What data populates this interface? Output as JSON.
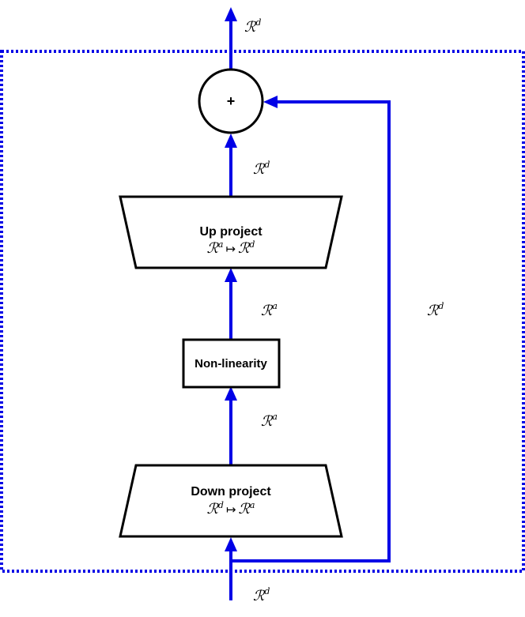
{
  "colors": {
    "arrow": "#0000e6",
    "shape_stroke": "#000000",
    "boundary": "#0000e6"
  },
  "nodes": {
    "sum": {
      "symbol": "+"
    },
    "up_project": {
      "title": "Up project",
      "map": {
        "from": "a",
        "to": "d"
      }
    },
    "nonlinearity": {
      "title": "Non-linearity"
    },
    "down_project": {
      "title": "Down project",
      "map": {
        "from": "d",
        "to": "a"
      }
    }
  },
  "math": {
    "space_symbol": "ℛ",
    "maps_to": "↦"
  },
  "edge_labels": {
    "output": "d",
    "up_to_sum": "d",
    "nonlin_to_up": "a",
    "down_to_nonlin": "a",
    "skip": "d",
    "input": "d"
  }
}
